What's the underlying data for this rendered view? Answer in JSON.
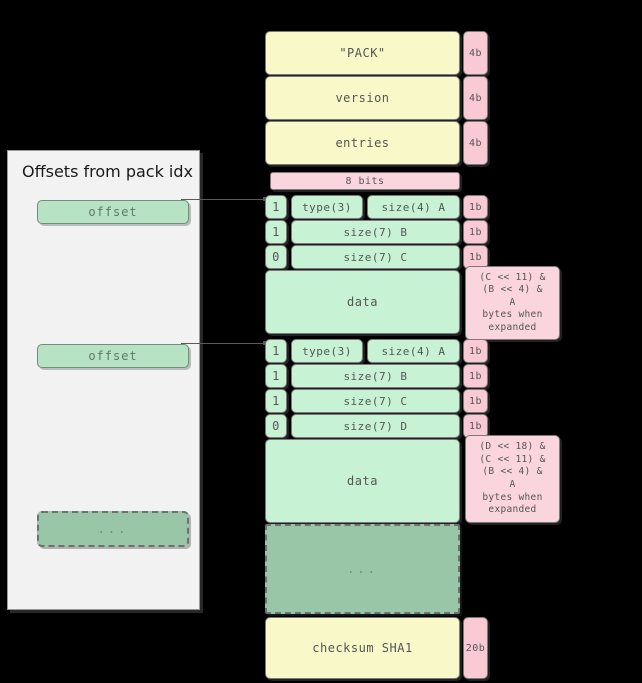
{
  "diagram": {
    "title_note": "git packfile format diagram"
  },
  "left_panel": {
    "title": "Offsets from pack idx",
    "items": [
      {
        "label": "offset"
      },
      {
        "label": "offset"
      },
      {
        "label": "..."
      }
    ]
  },
  "pack_file": {
    "header_rows": [
      {
        "label": "\"PACK\"",
        "size": "4b"
      },
      {
        "label": "version",
        "size": "4b"
      },
      {
        "label": "entries",
        "size": "4b"
      }
    ],
    "bits_ruler": "8 bits",
    "objects": [
      {
        "rows": [
          {
            "bit": "1",
            "type": "type(3)",
            "size": "size(4) A",
            "width": "1b"
          },
          {
            "bit": "1",
            "size": "size(7) B",
            "width": "1b"
          },
          {
            "bit": "0",
            "size": "size(7) C",
            "width": "1b"
          }
        ],
        "data_label": "data",
        "annotation": [
          "(C << 11) &",
          "(B << 4) &",
          "A",
          "bytes when",
          "expanded"
        ]
      },
      {
        "rows": [
          {
            "bit": "1",
            "type": "type(3)",
            "size": "size(4) A",
            "width": "1b"
          },
          {
            "bit": "1",
            "size": "size(7) B",
            "width": "1b"
          },
          {
            "bit": "1",
            "size": "size(7) C",
            "width": "1b"
          },
          {
            "bit": "0",
            "size": "size(7) D",
            "width": "1b"
          }
        ],
        "data_label": "data",
        "annotation": [
          "(D << 18) &",
          "(C << 11) &",
          "(B << 4) &",
          "A",
          "bytes when",
          "expanded"
        ]
      }
    ],
    "ellipsis": "...",
    "footer": {
      "label": "checksum SHA1",
      "size": "20b"
    }
  },
  "colors": {
    "yellow": "#f8f8c8",
    "green": "#c8f2d4",
    "pink": "#f9c9d4",
    "dark_green": "#9ac6a8",
    "panel_gray": "#f1f2f1",
    "border": "#7a7a7a"
  }
}
